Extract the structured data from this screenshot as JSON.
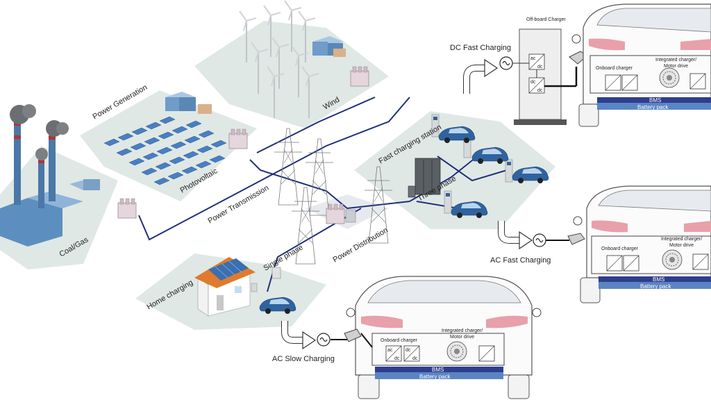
{
  "labels": {
    "power_generation": "Power Generation",
    "coal_gas": "Coal/Gas",
    "photovoltaic": "Photovoltaic",
    "wind": "Wind",
    "power_transmission": "Power Transmission",
    "power_distribution": "Power Distribution",
    "single_phase": "Single phase",
    "three_phase": "Three phase",
    "fast_charging_station": "Fast charging station",
    "home_charging": "Home charging",
    "dc_fast_charging": "DC Fast Charging",
    "ac_fast_charging": "AC Fast Charging",
    "ac_slow_charging": "AC Slow Charging",
    "offboard_charger": "Off-board Charger"
  },
  "vehicle": {
    "onboard_charger": "Onboard charger",
    "integrated_charger_line1": "Integrated charger/",
    "integrated_charger_line2": "Motor drive",
    "bms": "BMS",
    "battery_pack": "Battery pack",
    "ac": "ac",
    "dc": "dc"
  },
  "colors": {
    "line": "#1f2f7a",
    "platform": "#dfe8e4",
    "battery": "#5b84c4",
    "bms": "#2f3e8c",
    "taillight": "#e8a0aa",
    "ev": "#3a6ea8"
  }
}
